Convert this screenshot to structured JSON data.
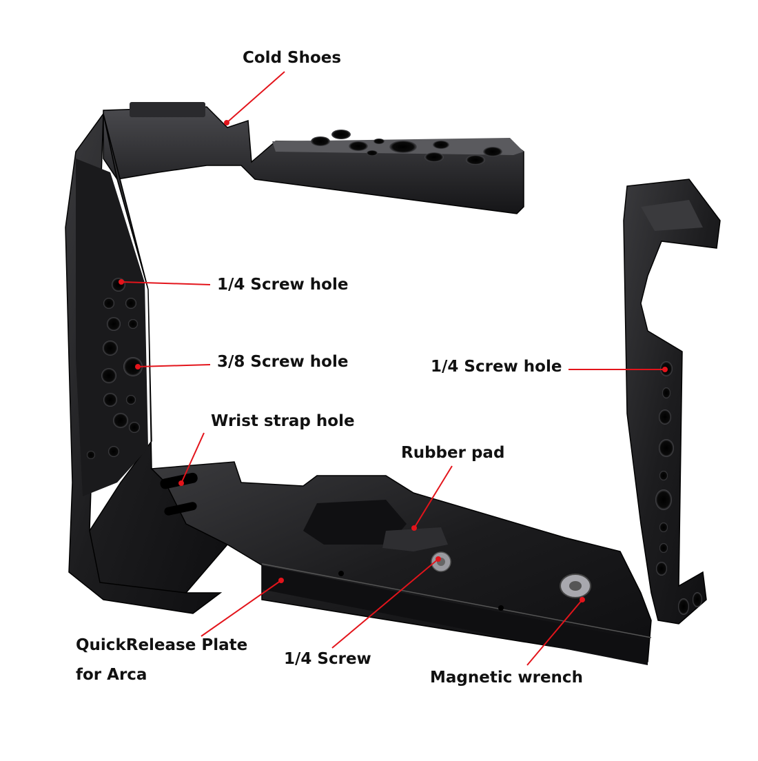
{
  "colors": {
    "background": "#ffffff",
    "leader_line": "#e3141b",
    "label_text": "#111111",
    "cage_metal": "#1c1c1e"
  },
  "callouts": {
    "cold_shoes": "Cold Shoes",
    "screw_hole_14_left": "1/4 Screw hole",
    "screw_hole_38": "3/8 Screw hole",
    "screw_hole_14_right": "1/4 Screw hole",
    "wrist_strap_hole": "Wrist strap hole",
    "rubber_pad": "Rubber pad",
    "quick_release_line1": "QuickRelease Plate",
    "quick_release_line2": "for Arca",
    "screw_14": "1/4 Screw",
    "magnetic_wrench": "Magnetic wrench"
  }
}
